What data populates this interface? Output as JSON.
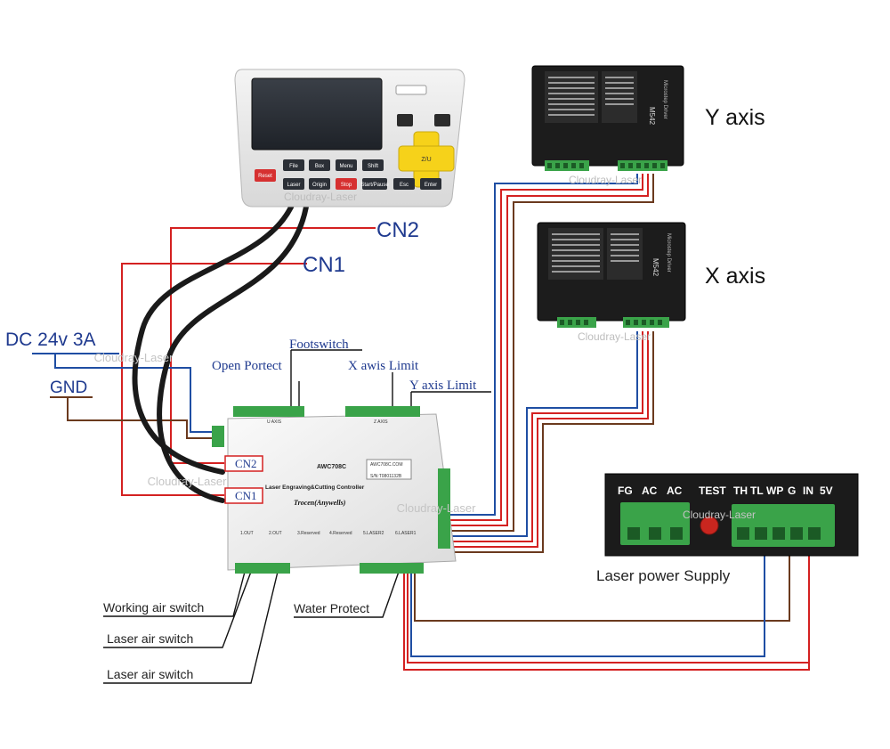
{
  "labels": {
    "y_axis": "Y axis",
    "x_axis": "X axis",
    "cn2_big": "CN2",
    "cn1_big": "CN1",
    "dc": "DC 24v 3A",
    "gnd": "GND",
    "footswitch": "Footswitch",
    "open_protect": "Open Portect",
    "x_limit": "X awis Limit",
    "y_limit": "Y axis Limit",
    "cn2_box": "CN2",
    "cn1_box": "CN1",
    "working_air": "Working air switch",
    "laser_air_1": "Laser air switch",
    "laser_air_2": "Laser air switch",
    "water_protect": "Water Protect",
    "lps": "Laser power Supply"
  },
  "controller": {
    "model": "AWC708C",
    "subtitle": "Laser Engraving&Cutting Controller",
    "brand": "Trocen(Anywells)",
    "website": "AWC708C.COM",
    "sn": "S/N:T0801132B"
  },
  "terminals": {
    "out1": "1.OUT",
    "out2": "2.OUT",
    "reserved3": "3.Reserved",
    "reserved4": "4.Reserved",
    "laser2": "5.LASER2",
    "laser1": "6.LASER1",
    "uaxis": "U AXIS",
    "zaxis": "Z AXIS"
  },
  "panel": {
    "buttons_row1": [
      "File",
      "Box",
      "Menu",
      "Shift"
    ],
    "buttons_row2": [
      "Laser",
      "Origin",
      "Stop",
      "Start/Pause",
      "Esc",
      "Enter"
    ],
    "reset": "Reset",
    "dpad_center": "Z/U"
  },
  "psu": {
    "terminals": [
      "FG",
      "AC",
      "AC",
      "TEST",
      "TH",
      "TL",
      "WP",
      "G",
      "IN",
      "5V"
    ]
  },
  "driver": {
    "model": "M542",
    "brand": "Microstep Driver"
  },
  "watermark": "Cloudray-Laser",
  "colors": {
    "red": "#d42121",
    "blue": "#1f4ea3",
    "brown": "#6b3a1e",
    "green": "#3aa349",
    "panel": "#e9e9e9",
    "controller": "#f2f2f2",
    "driver": "#1c1c1c",
    "title_blue": "#1f3a8f"
  }
}
